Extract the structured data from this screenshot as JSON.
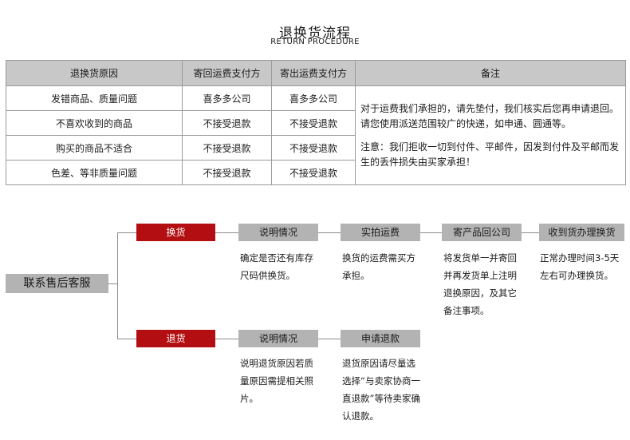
{
  "title": {
    "cn": "退换货流程",
    "en": "RETURN PROCEDURE"
  },
  "table": {
    "headers": [
      "退换货原因",
      "寄回运费支付方",
      "寄出运费支付方",
      "备注"
    ],
    "rows": [
      [
        "发错商品、质量问题",
        "喜多多公司",
        "喜多多公司"
      ],
      [
        "不喜欢收到的商品",
        "不接受退款",
        "不接受退款"
      ],
      [
        "购买的商品不适合",
        "不接受退款",
        "不接受退款"
      ],
      [
        "色差、等非质量问题",
        "不接受退款",
        "不接受退款"
      ]
    ],
    "note_p1": "对于运费我们承担的，请先垫付，我们核实后您再申请退回。请您使用派送范围较广的快递，如申通、圆通等。",
    "note_p2": "注意：我们拒收一切到付件、平邮件，因发到付件及平邮而发生的丢件损失由买家承担！"
  },
  "flow": {
    "start": "联系售后客服",
    "exchange": {
      "label": "换货",
      "steps": [
        {
          "label": "说明情况",
          "desc": "确定是否还有库存尺码供换货。"
        },
        {
          "label": "实拍运费",
          "desc": "换货的运费需买方承担。"
        },
        {
          "label": "寄产品回公司",
          "desc": "将发货单一并寄回并再发货单上注明退换原因，及其它备注事项。"
        },
        {
          "label": "收到货办理换货",
          "desc": "正常办理时间3-5天左右可办理换货。"
        }
      ]
    },
    "refund": {
      "label": "退货",
      "steps": [
        {
          "label": "说明情况",
          "desc": "说明退货原因若质量原因需提相关照片。"
        },
        {
          "label": "申请退款",
          "desc": "退货原因请尽量选选择“与卖家协商一直退款”等待卖家确认退款。"
        }
      ]
    }
  }
}
